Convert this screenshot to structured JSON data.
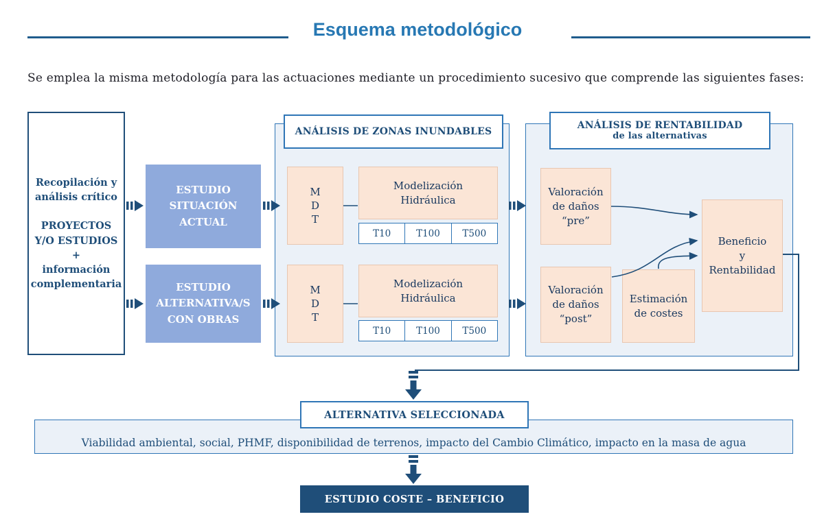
{
  "title": "Esquema metodológico",
  "intro": "Se emplea la misma metodología para las actuaciones mediante un procedimiento sucesivo que comprende las siguientes fases:",
  "left_box": {
    "text": "Recopilación y\nanálisis crítico\n\nPROYECTOS\nY/O ESTUDIOS\n+\ninformación\ncomplementaria"
  },
  "studies": {
    "current": "ESTUDIO\nSITUACIÓN\nACTUAL",
    "alternatives": "ESTUDIO\nALTERNATIVA/S\nCON OBRAS"
  },
  "flood_panel": {
    "header": "ANÁLISIS DE ZONAS INUNDABLES",
    "rows": [
      {
        "mdt": "M\nD\nT",
        "model": "Modelización\nHidráulica",
        "returns": [
          "T10",
          "T100",
          "T500"
        ]
      },
      {
        "mdt": "M\nD\nT",
        "model": "Modelización\nHidráulica",
        "returns": [
          "T10",
          "T100",
          "T500"
        ]
      }
    ]
  },
  "profit_panel": {
    "header_line1": "ANÁLISIS DE RENTABILIDAD",
    "header_line2": "de las alternativas",
    "damage_pre": "Valoración\nde daños\n“pre”",
    "damage_post": "Valoración\nde daños\n“post”",
    "cost_estimate": "Estimación\nde costes",
    "benefit": "Beneficio\ny\nRentabilidad"
  },
  "selected_alternative": "ALTERNATIVA SELECCIONADA",
  "viability": "Viabilidad ambiental, social, PHMF, disponibilidad de terrenos, impacto del Cambio Climático, impacto en la masa de agua",
  "final_box": "ESTUDIO COSTE – BENEFICIO",
  "colors": {
    "accent_blue": "#2E75B6",
    "dark_navy": "#1F4E79",
    "study_fill": "#8FAADC",
    "peach_fill": "#FBE5D6",
    "panel_fill": "#EBF1F8",
    "title_blue": "#2778B3"
  }
}
